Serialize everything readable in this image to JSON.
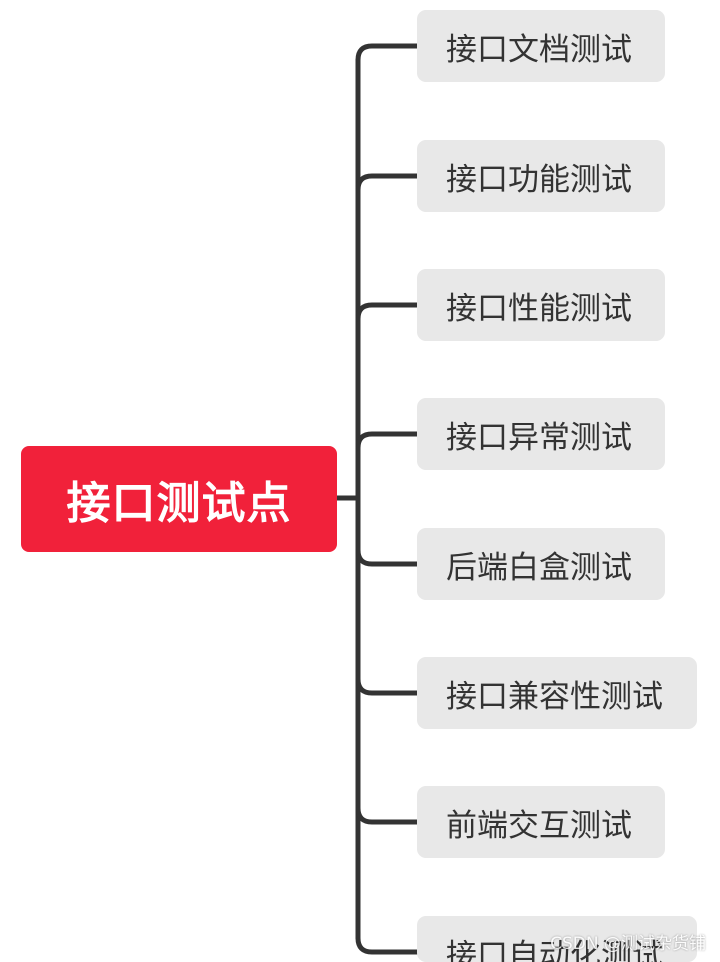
{
  "diagram": {
    "root": {
      "label": "接口测试点",
      "color": "#f1213a",
      "text_color": "#ffffff"
    },
    "line_color": "#333333",
    "leaf_color": "#e8e8e8",
    "leaves": [
      {
        "label": "接口文档测试"
      },
      {
        "label": "接口功能测试"
      },
      {
        "label": "接口性能测试"
      },
      {
        "label": "接口异常测试"
      },
      {
        "label": "后端白盒测试"
      },
      {
        "label": "接口兼容性测试"
      },
      {
        "label": "前端交互测试"
      },
      {
        "label": "接口自动化测试"
      }
    ]
  },
  "watermark": "CSDN @测试杂货铺"
}
